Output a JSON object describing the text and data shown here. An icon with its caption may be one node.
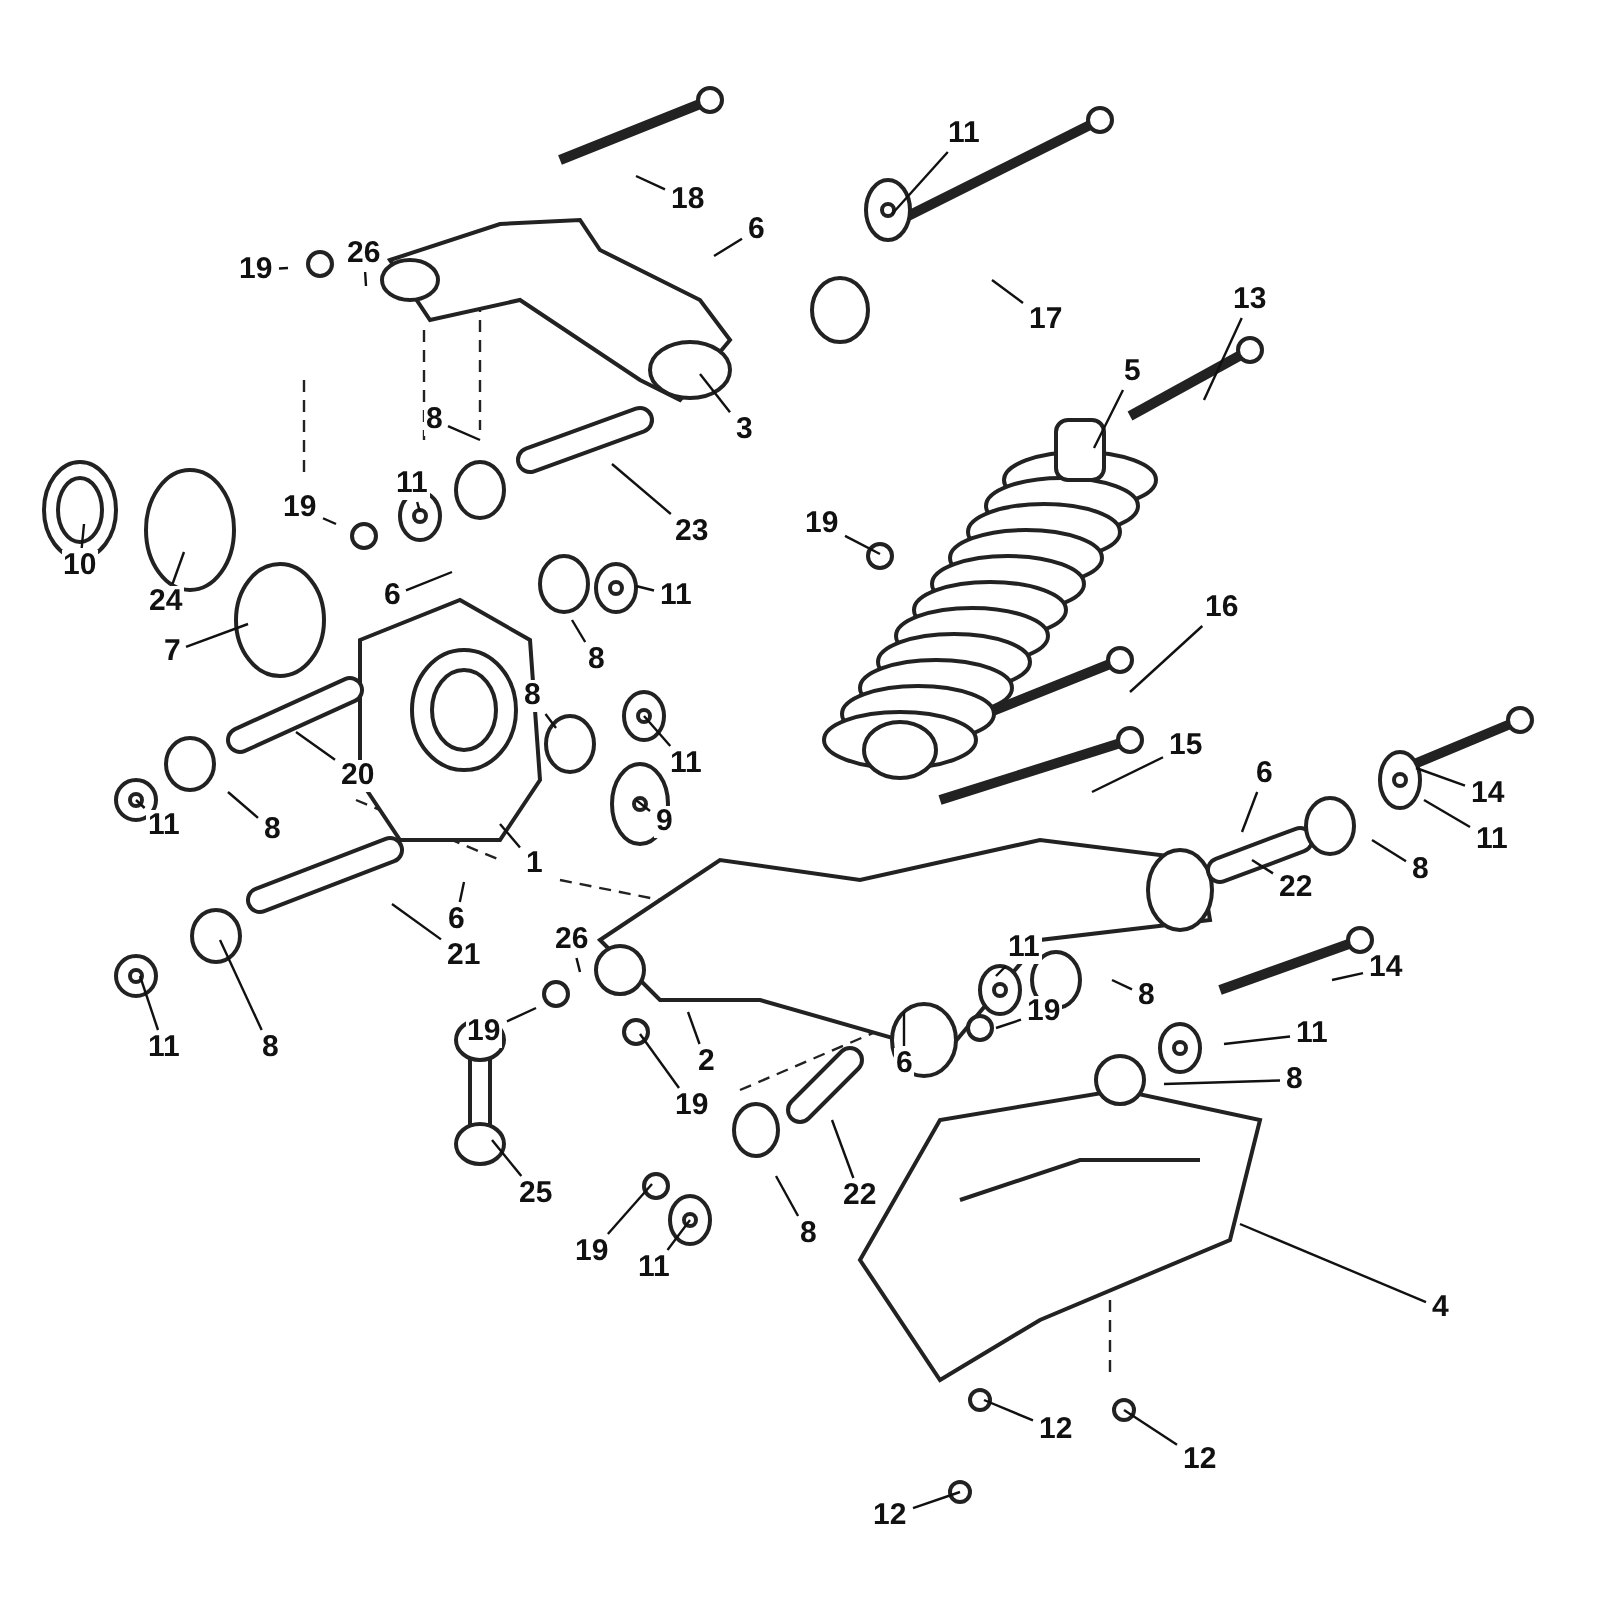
{
  "diagram": {
    "nodes": [
      {
        "text": [
          "18"
        ]
      },
      {
        "text": [
          "19"
        ]
      },
      {
        "text": [
          "26"
        ]
      },
      {
        "text": [
          "6"
        ]
      },
      {
        "text": [
          "11"
        ]
      },
      {
        "text": [
          "17"
        ]
      },
      {
        "text": [
          "3"
        ]
      },
      {
        "text": [
          "8"
        ]
      },
      {
        "text": [
          "23"
        ]
      },
      {
        "text": [
          "5"
        ]
      },
      {
        "text": [
          "13"
        ]
      },
      {
        "text": [
          "11"
        ]
      },
      {
        "text": [
          "19"
        ]
      },
      {
        "text": [
          "19"
        ]
      },
      {
        "text": [
          "6"
        ]
      },
      {
        "text": [
          "11"
        ]
      },
      {
        "text": [
          "8"
        ]
      },
      {
        "text": [
          "8"
        ]
      },
      {
        "text": [
          "10"
        ]
      },
      {
        "text": [
          "24"
        ]
      },
      {
        "text": [
          "7"
        ]
      },
      {
        "text": [
          "16"
        ]
      },
      {
        "text": [
          "11"
        ]
      },
      {
        "text": [
          "20"
        ]
      },
      {
        "text": [
          "15"
        ]
      },
      {
        "text": [
          "6"
        ]
      },
      {
        "text": [
          "14"
        ]
      },
      {
        "text": [
          "9"
        ]
      },
      {
        "text": [
          "1"
        ]
      },
      {
        "text": [
          "11"
        ]
      },
      {
        "text": [
          "8"
        ]
      },
      {
        "text": [
          "11"
        ]
      },
      {
        "text": [
          "8"
        ]
      },
      {
        "text": [
          "22"
        ]
      },
      {
        "text": [
          "21"
        ]
      },
      {
        "text": [
          "6"
        ]
      },
      {
        "text": [
          "26"
        ]
      },
      {
        "text": [
          "19"
        ]
      },
      {
        "text": [
          "8"
        ]
      },
      {
        "text": [
          "14"
        ]
      },
      {
        "text": [
          "11"
        ]
      },
      {
        "text": [
          "19"
        ]
      },
      {
        "text": [
          "11"
        ]
      },
      {
        "text": [
          "2"
        ]
      },
      {
        "text": [
          "6"
        ]
      },
      {
        "text": [
          "19"
        ]
      },
      {
        "text": [
          "8"
        ]
      },
      {
        "text": [
          "11"
        ]
      },
      {
        "text": [
          "8"
        ]
      },
      {
        "text": [
          "25"
        ]
      },
      {
        "text": [
          "22"
        ]
      },
      {
        "text": [
          "8"
        ]
      },
      {
        "text": [
          "19"
        ]
      },
      {
        "text": [
          "11"
        ]
      },
      {
        "text": [
          "4"
        ]
      },
      {
        "text": [
          "12"
        ]
      },
      {
        "text": [
          "12"
        ]
      },
      {
        "text": [
          "12"
        ]
      }
    ],
    "edges": [
      {
        "from": 0,
        "to": null,
        "arrow": "none"
      },
      {
        "from": 1,
        "to": null,
        "arrow": "none"
      },
      {
        "from": 2,
        "to": null,
        "arrow": "none"
      },
      {
        "from": 3,
        "to": null,
        "arrow": "none"
      },
      {
        "from": 4,
        "to": null,
        "arrow": "none"
      },
      {
        "from": 5,
        "to": null,
        "arrow": "none"
      },
      {
        "from": 6,
        "to": null,
        "arrow": "none"
      },
      {
        "from": 7,
        "to": null,
        "arrow": "none"
      },
      {
        "from": 8,
        "to": null,
        "arrow": "none"
      },
      {
        "from": 9,
        "to": null,
        "arrow": "none"
      },
      {
        "from": 10,
        "to": null,
        "arrow": "none"
      },
      {
        "from": 11,
        "to": null,
        "arrow": "none"
      },
      {
        "from": 12,
        "to": null,
        "arrow": "none"
      },
      {
        "from": 13,
        "to": null,
        "arrow": "none"
      },
      {
        "from": 14,
        "to": null,
        "arrow": "none"
      },
      {
        "from": 15,
        "to": null,
        "arrow": "none"
      },
      {
        "from": 16,
        "to": null,
        "arrow": "none"
      },
      {
        "from": 17,
        "to": null,
        "arrow": "none"
      },
      {
        "from": 18,
        "to": null,
        "arrow": "none"
      },
      {
        "from": 19,
        "to": null,
        "arrow": "none"
      },
      {
        "from": 20,
        "to": null,
        "arrow": "none"
      },
      {
        "from": 21,
        "to": null,
        "arrow": "none"
      },
      {
        "from": 22,
        "to": null,
        "arrow": "none"
      },
      {
        "from": 23,
        "to": null,
        "arrow": "none"
      },
      {
        "from": 24,
        "to": null,
        "arrow": "none"
      },
      {
        "from": 25,
        "to": null,
        "arrow": "none"
      },
      {
        "from": 26,
        "to": null,
        "arrow": "none"
      },
      {
        "from": 27,
        "to": null,
        "arrow": "none"
      },
      {
        "from": 28,
        "to": null,
        "arrow": "none"
      },
      {
        "from": 29,
        "to": null,
        "arrow": "none"
      },
      {
        "from": 30,
        "to": null,
        "arrow": "none"
      },
      {
        "from": 31,
        "to": null,
        "arrow": "none"
      },
      {
        "from": 32,
        "to": null,
        "arrow": "none"
      },
      {
        "from": 33,
        "to": null,
        "arrow": "none"
      },
      {
        "from": 34,
        "to": null,
        "arrow": "none"
      },
      {
        "from": 35,
        "to": null,
        "arrow": "none"
      },
      {
        "from": 36,
        "to": null,
        "arrow": "none"
      },
      {
        "from": 37,
        "to": null,
        "arrow": "none"
      },
      {
        "from": 38,
        "to": null,
        "arrow": "none"
      },
      {
        "from": 39,
        "to": null,
        "arrow": "none"
      },
      {
        "from": 40,
        "to": null,
        "arrow": "none"
      },
      {
        "from": 41,
        "to": null,
        "arrow": "none"
      },
      {
        "from": 42,
        "to": null,
        "arrow": "none"
      },
      {
        "from": 43,
        "to": null,
        "arrow": "none"
      },
      {
        "from": 44,
        "to": null,
        "arrow": "none"
      },
      {
        "from": 45,
        "to": null,
        "arrow": "none"
      },
      {
        "from": 46,
        "to": null,
        "arrow": "none"
      },
      {
        "from": 47,
        "to": null,
        "arrow": "none"
      },
      {
        "from": 48,
        "to": null,
        "arrow": "none"
      },
      {
        "from": 49,
        "to": null,
        "arrow": "none"
      },
      {
        "from": 50,
        "to": null,
        "arrow": "none"
      },
      {
        "from": 51,
        "to": null,
        "arrow": "none"
      },
      {
        "from": 52,
        "to": null,
        "arrow": "none"
      },
      {
        "from": 53,
        "to": null,
        "arrow": "none"
      },
      {
        "from": 54,
        "to": null,
        "arrow": "none"
      },
      {
        "from": 55,
        "to": null,
        "arrow": "none"
      },
      {
        "from": 56,
        "to": null,
        "arrow": "none"
      },
      {
        "from": 57,
        "to": null,
        "arrow": "none"
      }
    ]
  }
}
